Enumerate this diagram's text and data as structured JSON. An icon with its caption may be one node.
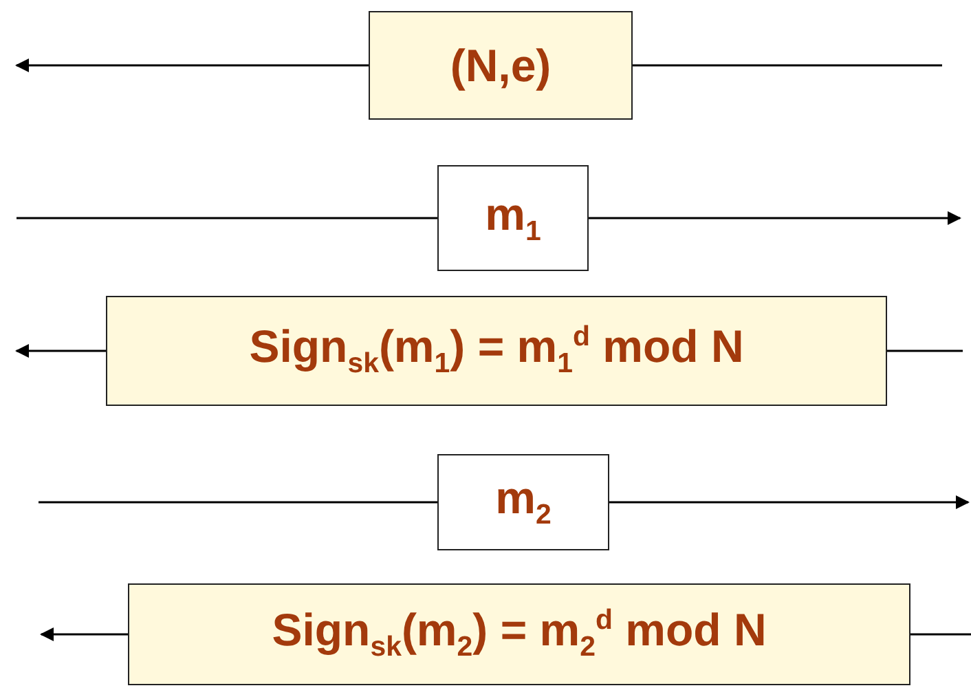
{
  "diagram": {
    "nodes": [
      {
        "text": [
          "(N,e)"
        ]
      },
      {
        "text": [
          "m$_{1}$"
        ]
      },
      {
        "text": [
          "Sign$_{sk}$(m$_{1}$) = m$_{1}$$^{d}$ mod N"
        ]
      },
      {
        "text": [
          "m$_{2}$"
        ]
      },
      {
        "text": [
          "Sign$_{sk}$(m$_{2}$) = m$_{2}$$^{d}$ mod N"
        ]
      }
    ],
    "edges": [
      {
        "from": 0,
        "to": null,
        "arrow": "to"
      },
      {
        "from": null,
        "to": 0,
        "arrow": "none"
      },
      {
        "from": null,
        "to": 1,
        "arrow": "none"
      },
      {
        "from": 1,
        "to": null,
        "arrow": "to"
      },
      {
        "from": 2,
        "to": null,
        "arrow": "to"
      },
      {
        "from": null,
        "to": 2,
        "arrow": "none"
      },
      {
        "from": null,
        "to": 3,
        "arrow": "none"
      },
      {
        "from": 3,
        "to": null,
        "arrow": "to"
      },
      {
        "from": 4,
        "to": null,
        "arrow": "to"
      },
      {
        "from": null,
        "to": 4,
        "arrow": "none"
      }
    ]
  }
}
